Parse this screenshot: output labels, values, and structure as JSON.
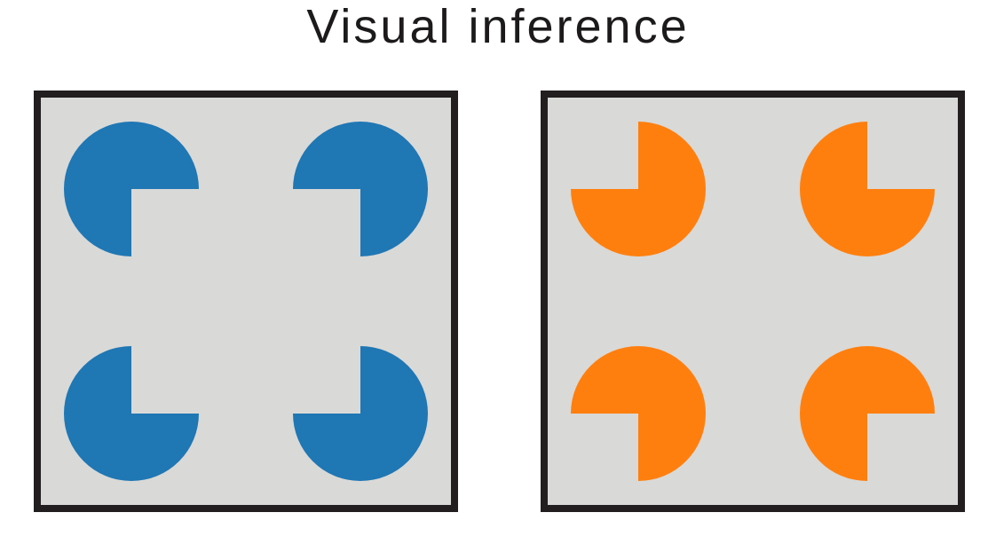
{
  "title": "Visual inference",
  "colors": {
    "page_bg": "#ffffff",
    "title": "#1c1a1b",
    "panel_bg": "#d9d9d7",
    "panel_border": "#221e1f",
    "blue": "#1f77b4",
    "orange": "#ff7f0e"
  },
  "panels": [
    {
      "name": "kanizsa-illusory-square-panel",
      "color_key": "blue",
      "pacmen": [
        {
          "position": "top-left",
          "missing_quadrant": "bottom-right"
        },
        {
          "position": "top-right",
          "missing_quadrant": "bottom-left"
        },
        {
          "position": "bottom-left",
          "missing_quadrant": "top-right"
        },
        {
          "position": "bottom-right",
          "missing_quadrant": "top-left"
        }
      ]
    },
    {
      "name": "control-no-illusion-panel",
      "color_key": "orange",
      "pacmen": [
        {
          "position": "top-left",
          "missing_quadrant": "top-left"
        },
        {
          "position": "top-right",
          "missing_quadrant": "top-right"
        },
        {
          "position": "bottom-left",
          "missing_quadrant": "bottom-left"
        },
        {
          "position": "bottom-right",
          "missing_quadrant": "bottom-right"
        }
      ]
    }
  ]
}
